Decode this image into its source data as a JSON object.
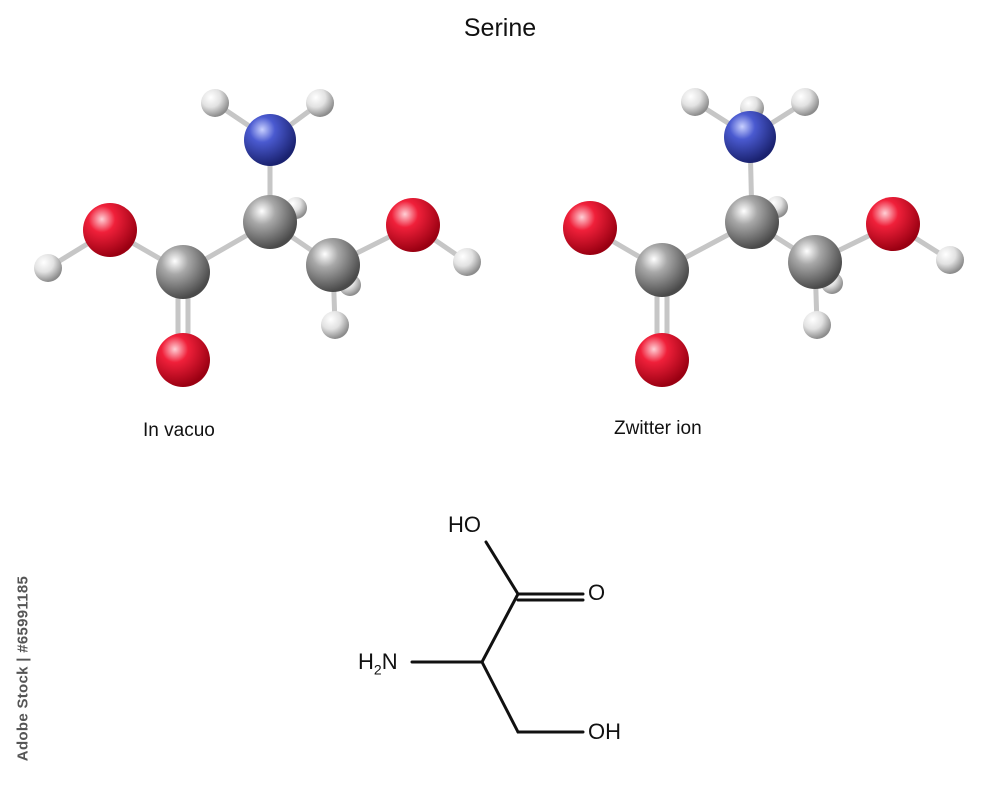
{
  "title": "Serine",
  "captions": {
    "in_vacuo": "In vacuo",
    "zwitter_ion": "Zwitter ion"
  },
  "structure_labels": {
    "hydroxyl_top": "HO",
    "carbonyl_oxygen": "O",
    "amine_prefix": "H",
    "amine_subscript": "2",
    "amine_suffix": "N",
    "hydroxyl_bottom": "OH"
  },
  "stock_id": "Adobe Stock | #65991185",
  "colors": {
    "carbon": "#8a8a8a",
    "oxygen": "#e8132a",
    "nitrogen": "#3848b8",
    "hydrogen": "#dcdcdc",
    "bond": "#c8c8c8"
  }
}
